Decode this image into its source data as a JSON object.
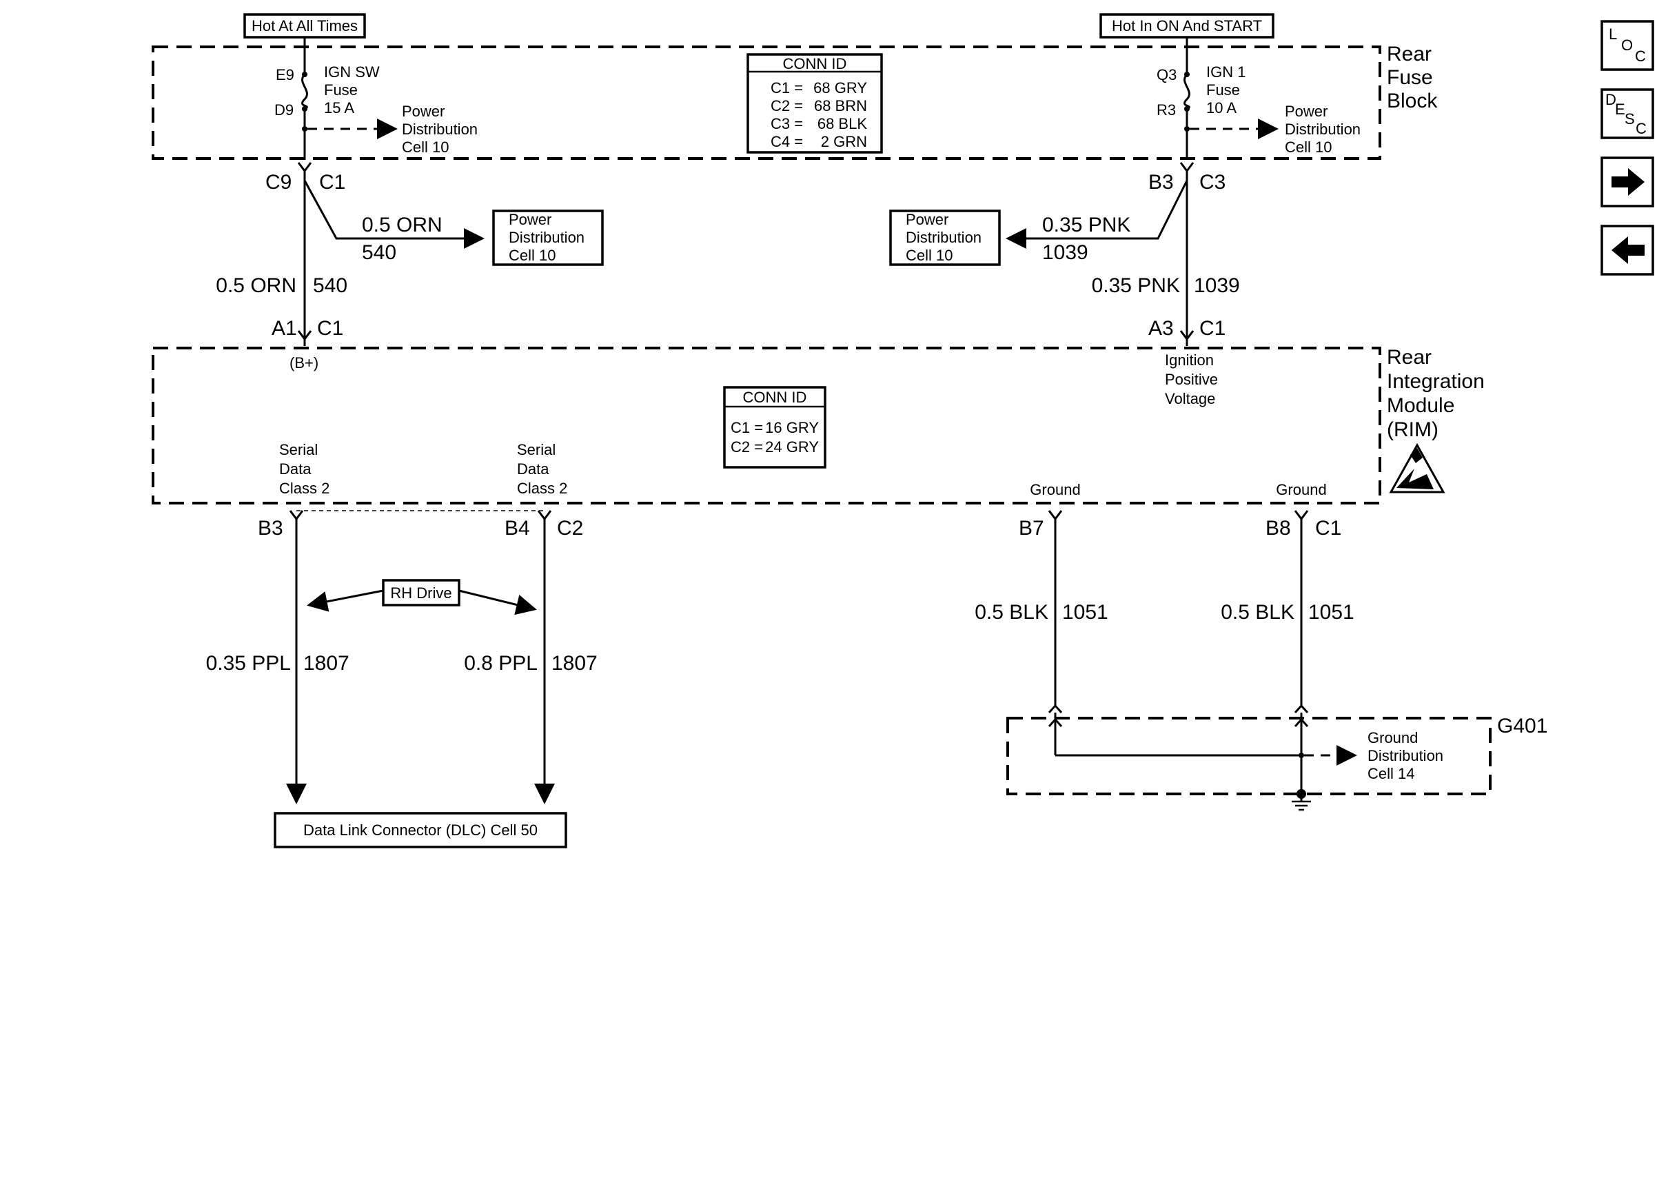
{
  "header": {
    "hot_all_times": "Hot At All Times",
    "hot_on_start": "Hot In ON And START"
  },
  "rear_fuse_block": {
    "title_line1": "Rear",
    "title_line2": "Fuse",
    "title_line3": "Block",
    "fuse_left": {
      "pin_top": "E9",
      "pin_bottom": "D9",
      "name1": "IGN SW",
      "name2": "Fuse",
      "rating": "15 A"
    },
    "fuse_right": {
      "pin_top": "Q3",
      "pin_bottom": "R3",
      "name1": "IGN 1",
      "name2": "Fuse",
      "rating": "10 A"
    },
    "pd_left": [
      "Power",
      "Distribution",
      "Cell 10"
    ],
    "pd_right": [
      "Power",
      "Distribution",
      "Cell 10"
    ],
    "conn_id": {
      "title": "CONN ID",
      "rows": [
        {
          "k": "C1 =",
          "v": "68 GRY"
        },
        {
          "k": "C2 =",
          "v": "68 BRN"
        },
        {
          "k": "C3 =",
          "v": "68 BLK"
        },
        {
          "k": "C4 =",
          "v": "2 GRN"
        }
      ]
    }
  },
  "left_circuit": {
    "conn_pin": "C9",
    "conn_id": "C1",
    "branch_wire_size": "0.5 ORN",
    "branch_circuit": "540",
    "branch_dest": [
      "Power",
      "Distribution",
      "Cell 10"
    ],
    "wire_size": "0.5 ORN",
    "circuit": "540",
    "rim_pin": "A1",
    "rim_conn": "C1",
    "rim_label": "(B+)"
  },
  "right_circuit": {
    "conn_pin": "B3",
    "conn_id": "C3",
    "branch_wire_size": "0.35 PNK",
    "branch_circuit": "1039",
    "branch_dest": [
      "Power",
      "Distribution",
      "Cell 10"
    ],
    "wire_size": "0.35 PNK",
    "circuit": "1039",
    "rim_pin": "A3",
    "rim_conn": "C1",
    "rim_label": [
      "Ignition",
      "Positive",
      "Voltage"
    ]
  },
  "rim": {
    "title_line1": "Rear",
    "title_line2": "Integration",
    "title_line3": "Module",
    "title_line4": "(RIM)",
    "conn_id": {
      "title": "CONN ID",
      "rows": [
        {
          "k": "C1 =",
          "v": "16 GRY"
        },
        {
          "k": "C2 =",
          "v": "24 GRY"
        }
      ]
    },
    "serial1": [
      "Serial",
      "Data",
      "Class 2"
    ],
    "serial2": [
      "Serial",
      "Data",
      "Class 2"
    ],
    "ground1": "Ground",
    "ground2": "Ground"
  },
  "serial_wires": {
    "pin1": "B3",
    "pin2": "B4",
    "conn2": "C2",
    "rh_drive": "RH Drive",
    "wire1_size": "0.35 PPL",
    "wire1_circuit": "1807",
    "wire2_size": "0.8 PPL",
    "wire2_circuit": "1807",
    "dlc": "Data Link Connector (DLC) Cell 50"
  },
  "ground_wires": {
    "pin1": "B7",
    "pin2": "B8",
    "conn2": "C1",
    "wire1_size": "0.5 BLK",
    "wire1_circuit": "1051",
    "wire2_size": "0.5 BLK",
    "wire2_circuit": "1051",
    "ground_id": "G401",
    "gd_dest": [
      "Ground",
      "Distribution",
      "Cell 14"
    ]
  },
  "nav": {
    "loc": [
      "L",
      "O",
      "C"
    ],
    "desc": [
      "D",
      "E",
      "S",
      "C"
    ]
  }
}
